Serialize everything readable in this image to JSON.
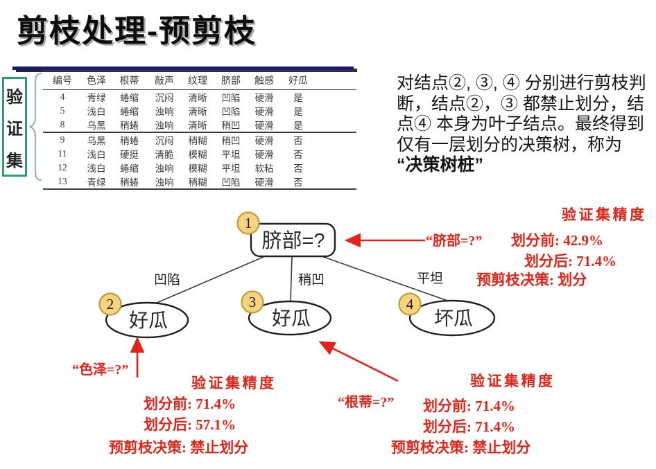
{
  "slide": {
    "title": "剪枝处理-预剪枝"
  },
  "validation_label": {
    "chars": [
      "验",
      "证",
      "集"
    ]
  },
  "table": {
    "headers": [
      "编号",
      "色泽",
      "根蒂",
      "敲声",
      "纹理",
      "脐部",
      "触感",
      "好瓜"
    ],
    "group1": [
      [
        "4",
        "青绿",
        "蜷缩",
        "沉闷",
        "清晰",
        "凹陷",
        "硬滑",
        "是"
      ],
      [
        "5",
        "浅白",
        "蜷缩",
        "浊响",
        "清晰",
        "凹陷",
        "硬滑",
        "是"
      ],
      [
        "8",
        "乌黑",
        "稍蜷",
        "浊响",
        "清晰",
        "稍凹",
        "硬滑",
        "是"
      ]
    ],
    "group2": [
      [
        "9",
        "乌黑",
        "稍蜷",
        "沉闷",
        "稍糊",
        "稍凹",
        "硬滑",
        "否"
      ],
      [
        "11",
        "浅白",
        "硬挺",
        "清脆",
        "模糊",
        "平坦",
        "硬滑",
        "否"
      ],
      [
        "12",
        "浅白",
        "蜷缩",
        "浊响",
        "模糊",
        "平坦",
        "软粘",
        "否"
      ],
      [
        "13",
        "青绿",
        "稍蜷",
        "浊响",
        "稍糊",
        "凹陷",
        "硬滑",
        "否"
      ]
    ]
  },
  "paragraph": {
    "lines": [
      "对结点②, ③, ④ 分别进行剪枝判",
      "断，结点②，③ 都禁止划分，结",
      "点④ 本身为叶子结点。最终得到",
      "仅有一层划分的决策树，称为",
      "“决策树桩”"
    ]
  },
  "tree": {
    "root": {
      "number": "1",
      "label": "脐部=?"
    },
    "edges": {
      "left": "凹陷",
      "middle": "稍凹",
      "right": "平坦"
    },
    "leaves": {
      "node2": {
        "number": "2",
        "label": "好瓜"
      },
      "node3": {
        "number": "3",
        "label": "好瓜"
      },
      "node4": {
        "number": "4",
        "label": "坏瓜"
      }
    }
  },
  "annotations": {
    "root": {
      "heading": "验证集精度",
      "attr": "“脐部=?”",
      "before": "划分前: 42.9%",
      "after": "划分后: 71.4%",
      "decision": "预剪枝决策: 划分"
    },
    "node2": {
      "heading": "验证集精度",
      "attr": "“色泽=?”",
      "before": "划分前: 71.4%",
      "after": "划分后: 57.1%",
      "decision": "预剪枝决策: 禁止划分"
    },
    "node3": {
      "heading": "验证集精度",
      "attr": "“根蒂=?”",
      "before": "划分前: 71.4%",
      "after": "划分后: 71.4%",
      "decision": "预剪枝决策: 禁止划分"
    }
  },
  "colors": {
    "accent_red": "#e02418",
    "node_circle_fill": "#f6d37e",
    "node_circle_border": "#bf9a3e",
    "validation_green": "#2aa06a",
    "title_rule_navy": "#1a1a72"
  }
}
